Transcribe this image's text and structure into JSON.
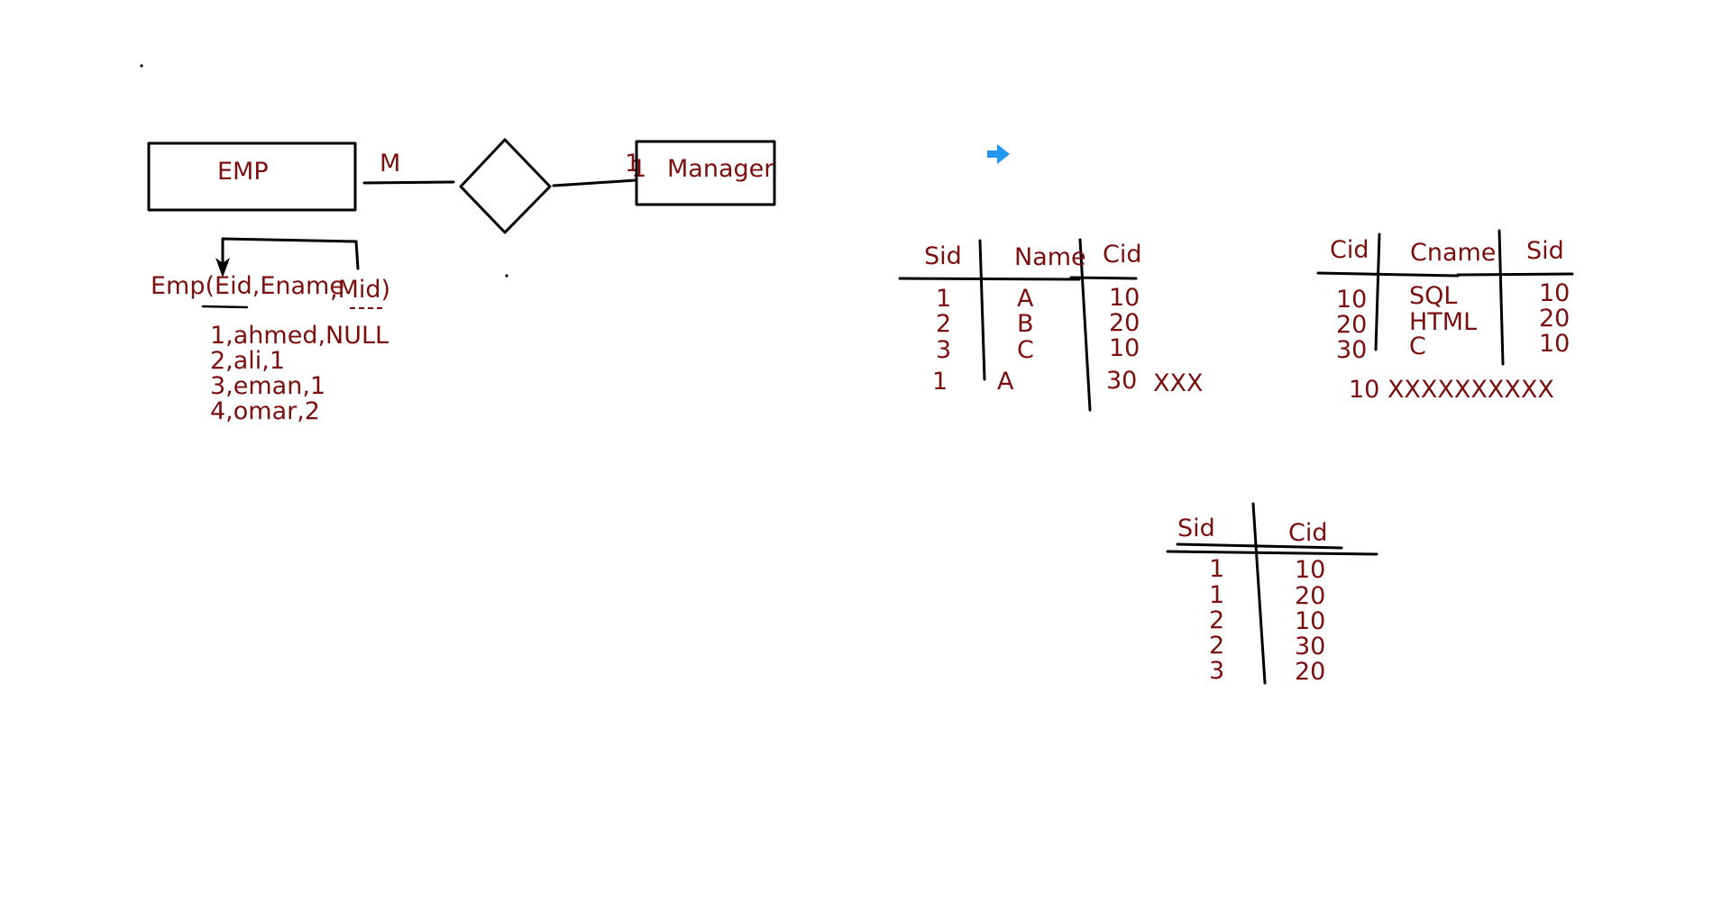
{
  "colors": {
    "ink": "#000000",
    "text": "#7b0f0f",
    "arrow": "#2196f3",
    "background": "#ffffff"
  },
  "er": {
    "entity_emp": "EMP",
    "entity_manager": "Manager",
    "cardinality_left": "M",
    "cardinality_right": "1",
    "cardinality_right_overwrite": "1"
  },
  "emp_schema": {
    "relation_text": "Emp(Eid,Ename",
    "mid_text": ",Mid)",
    "rows": [
      "1,ahmed,NULL",
      "2,ali,1",
      "3,eman,1",
      "4,omar,2"
    ]
  },
  "arrow_icon": "right-arrow-icon",
  "student_table": {
    "headers": [
      "Sid",
      "Name",
      "Cid"
    ],
    "rows": [
      [
        "1",
        "A",
        "10"
      ],
      [
        "2",
        "B",
        "20"
      ],
      [
        "3",
        "C",
        "10"
      ]
    ],
    "extra_row": [
      "1",
      "A",
      "30"
    ],
    "extra_mark": "XXX"
  },
  "course_table": {
    "headers": [
      "Cid",
      "Cname",
      "Sid"
    ],
    "rows": [
      [
        "10",
        "SQL",
        "10"
      ],
      [
        "20",
        "HTML",
        "20"
      ],
      [
        "30",
        "C",
        "10"
      ]
    ],
    "extra_row": "10  XXXXXXXXXX"
  },
  "link_table": {
    "headers": [
      "Sid",
      "Cid"
    ],
    "rows": [
      [
        "1",
        "10"
      ],
      [
        "1",
        "20"
      ],
      [
        "2",
        "10"
      ],
      [
        "2",
        "30"
      ],
      [
        "3",
        "20"
      ]
    ]
  }
}
